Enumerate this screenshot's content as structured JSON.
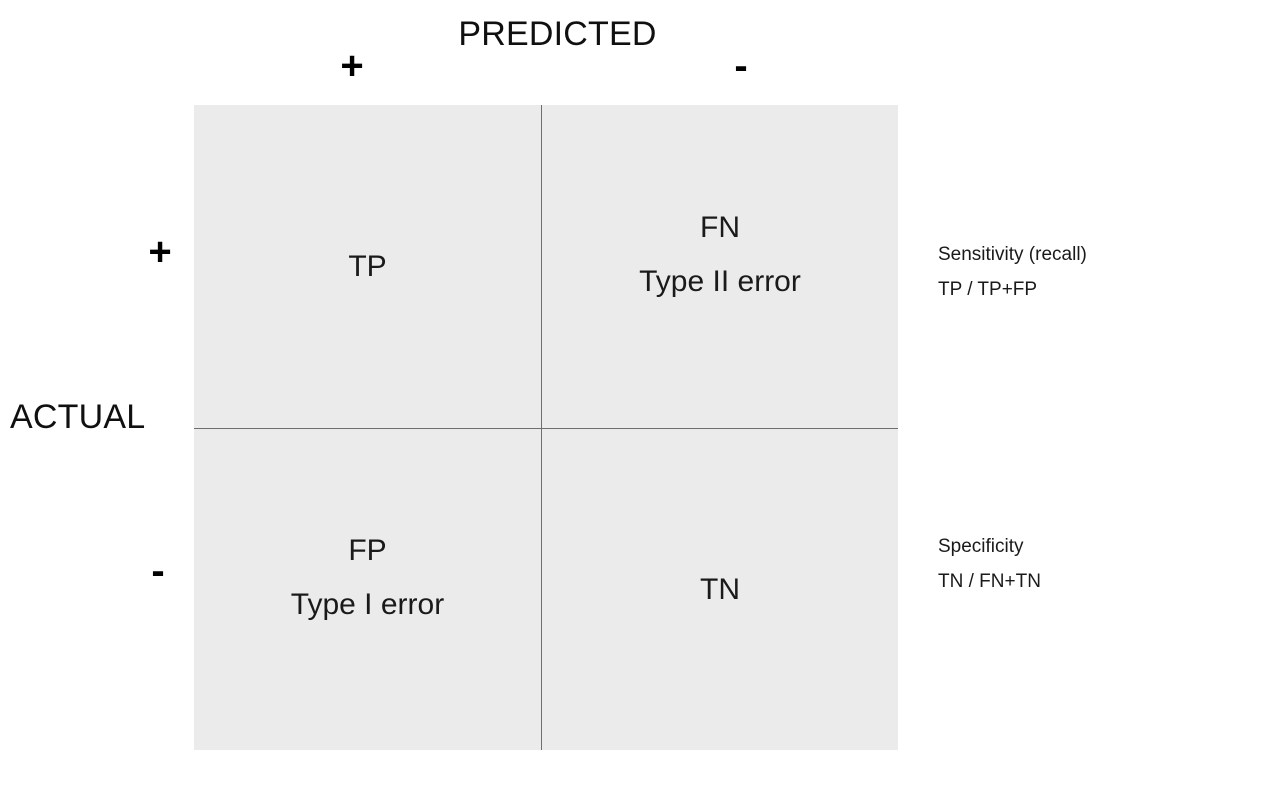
{
  "diagram": {
    "title_top": "PREDICTED",
    "title_left": "ACTUAL",
    "column_headers": [
      {
        "id": "predicted-positive",
        "label": "+"
      },
      {
        "id": "predicted-negative",
        "label": "-"
      }
    ],
    "row_headers": [
      {
        "id": "actual-positive",
        "label": "+"
      },
      {
        "id": "actual-negative",
        "label": "-"
      }
    ],
    "cells": [
      {
        "id": "true-positive",
        "row": "actual-positive",
        "column": "predicted-positive",
        "code": "TP",
        "subtitle": ""
      },
      {
        "id": "false-negative",
        "row": "actual-positive",
        "column": "predicted-negative",
        "code": "FN",
        "subtitle": "Type II error"
      },
      {
        "id": "false-positive",
        "row": "actual-negative",
        "column": "predicted-positive",
        "code": "FP",
        "subtitle": "Type I error"
      },
      {
        "id": "true-negative",
        "row": "actual-negative",
        "column": "predicted-negative",
        "code": "TN",
        "subtitle": ""
      }
    ],
    "metrics": [
      {
        "id": "sensitivity",
        "name": "Sensitivity (recall)",
        "formula": "TP / TP+FP"
      },
      {
        "id": "specificity",
        "name": "Specificity",
        "formula": "TN / FN+TN"
      }
    ],
    "colors": {
      "matrix_fill": "#ebebeb",
      "divider": "#6e6e6e",
      "text": "#1a1a1a",
      "page_background": "#ffffff"
    }
  }
}
